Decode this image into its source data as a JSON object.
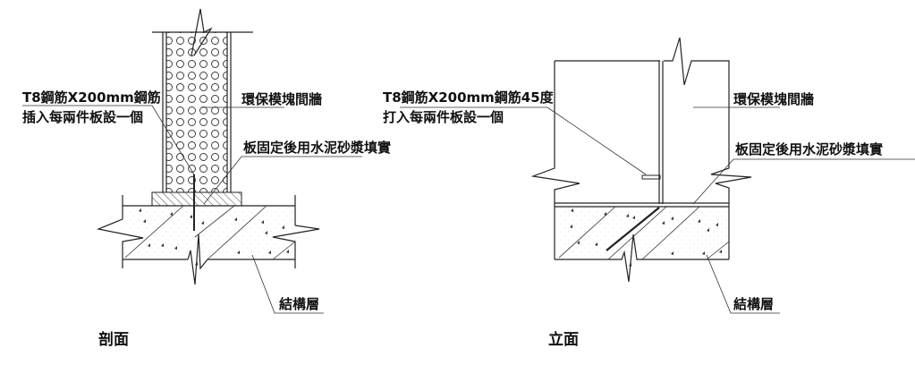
{
  "section_view": {
    "caption": "剖面",
    "rebar_label_line1": "T8鋼筋X200mm鋼筋",
    "rebar_label_line2": "插入每兩件板設一個",
    "wall_label": "環保模塊間牆",
    "grout_label": "板固定後用水泥砂漿填實",
    "structure_label": "結構層"
  },
  "elevation_view": {
    "caption": "立面",
    "rebar_label_line1": "T8鋼筋X200mm鋼筋45度",
    "rebar_label_line2": "打入每兩件板設一個",
    "wall_label": "環保模塊間牆",
    "grout_label": "板固定後用水泥砂漿填實",
    "structure_label": "結構層"
  }
}
